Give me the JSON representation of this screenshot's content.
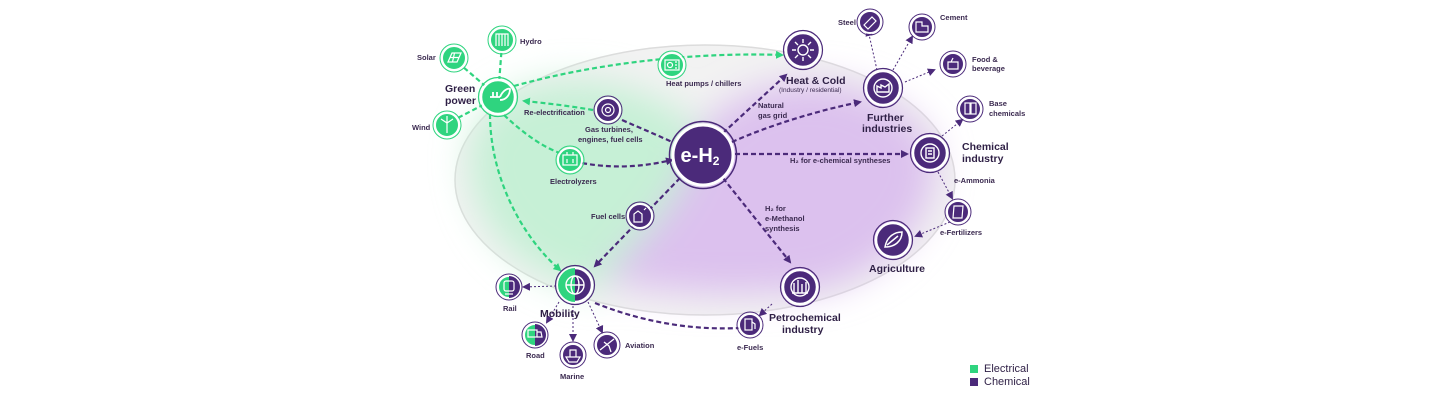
{
  "hub": {
    "label": "e-H",
    "sub": "2"
  },
  "nodes": {
    "green_power": {
      "line1": "Green",
      "line2": "power"
    },
    "solar": "Solar",
    "hydro": "Hydro",
    "wind": "Wind",
    "heat_pumps": "Heat pumps / chillers",
    "re_electrification": "Re-electrification",
    "gas_turbines": {
      "line1": "Gas turbines,",
      "line2": "engines, fuel cells"
    },
    "electrolyzers": "Electrolyzers",
    "fuel_cells": "Fuel cells",
    "heat_cold": {
      "title": "Heat & Cold",
      "sub": "(Industry / residential)"
    },
    "natural_gas": {
      "line1": "Natural",
      "line2": "gas grid"
    },
    "further_industries": {
      "line1": "Further",
      "line2": "industries"
    },
    "steel": "Steel",
    "cement": "Cement",
    "food": {
      "line1": "Food &",
      "line2": "beverage"
    },
    "base_chemicals": {
      "line1": "Base",
      "line2": "chemicals"
    },
    "chemical_industry": {
      "line1": "Chemical",
      "line2": "industry"
    },
    "h2_synth": "H₂ for e-chemical syntheses",
    "e_ammonia": "e-Ammonia",
    "e_fertilizers": "e-Fertilizers",
    "agriculture": "Agriculture",
    "h2_methanol": {
      "line1": "H₂ for",
      "line2": "e-Methanol",
      "line3": "synthesis"
    },
    "petrochemical": {
      "line1": "Petrochemical",
      "line2": "industry"
    },
    "e_fuels": "e-Fuels",
    "mobility": "Mobility",
    "rail": "Rail",
    "road": "Road",
    "marine": "Marine",
    "aviation": "Aviation"
  },
  "legend": {
    "electrical": "Electrical",
    "chemical": "Chemical"
  },
  "colors": {
    "electrical": "#2fd47f",
    "chemical": "#4b2a7a",
    "green_zone": "#d6f3e1",
    "purple_zone": "#e2cdf0"
  }
}
